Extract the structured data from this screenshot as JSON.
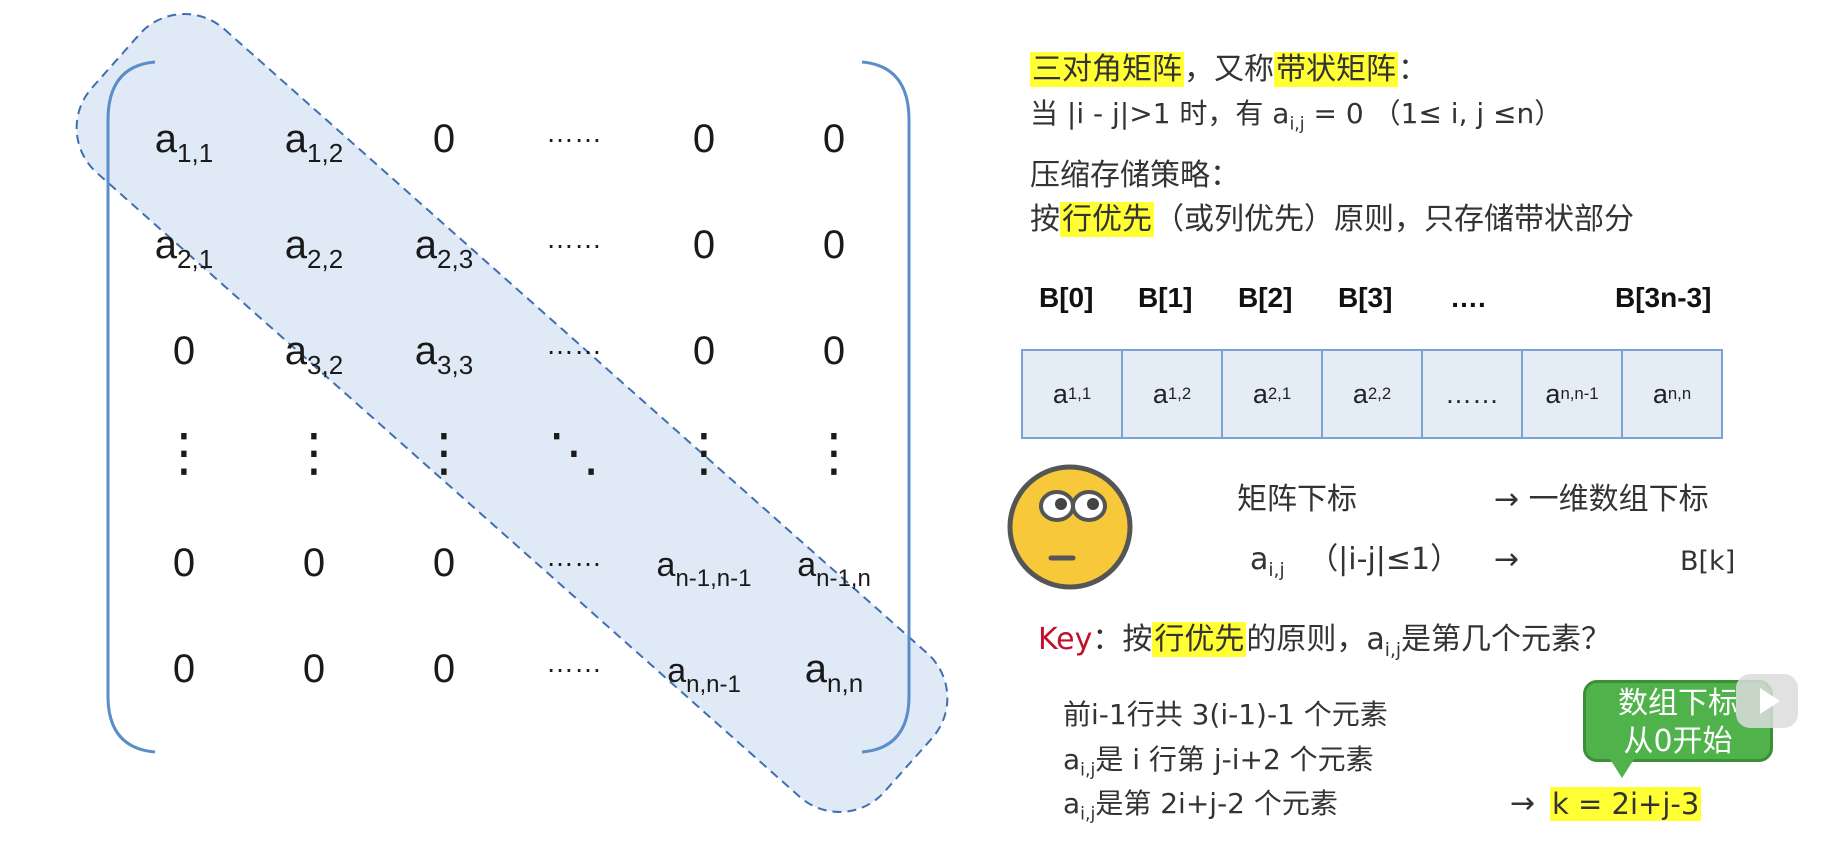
{
  "matrix": {
    "rows": [
      [
        {
          "t": "a",
          "s": "1,1"
        },
        {
          "t": "a",
          "s": "1,2"
        },
        {
          "t": "0",
          "s": ""
        },
        {
          "t": "……",
          "s": ""
        },
        {
          "t": "0",
          "s": ""
        },
        {
          "t": "0",
          "s": ""
        }
      ],
      [
        {
          "t": "a",
          "s": "2,1"
        },
        {
          "t": "a",
          "s": "2,2"
        },
        {
          "t": "a",
          "s": "2,3"
        },
        {
          "t": "……",
          "s": ""
        },
        {
          "t": "0",
          "s": ""
        },
        {
          "t": "0",
          "s": ""
        }
      ],
      [
        {
          "t": "0",
          "s": ""
        },
        {
          "t": "a",
          "s": "3,2"
        },
        {
          "t": "a",
          "s": "3,3"
        },
        {
          "t": "……",
          "s": ""
        },
        {
          "t": "0",
          "s": ""
        },
        {
          "t": "0",
          "s": ""
        }
      ],
      [
        {
          "t": "⋮",
          "s": ""
        },
        {
          "t": "⋮",
          "s": ""
        },
        {
          "t": "⋮",
          "s": ""
        },
        {
          "t": "⋱",
          "s": ""
        },
        {
          "t": "⋮",
          "s": ""
        },
        {
          "t": "⋮",
          "s": ""
        }
      ],
      [
        {
          "t": "0",
          "s": ""
        },
        {
          "t": "0",
          "s": ""
        },
        {
          "t": "0",
          "s": ""
        },
        {
          "t": "……",
          "s": ""
        },
        {
          "t": "a",
          "s": "n-1,n-1"
        },
        {
          "t": "a",
          "s": "n-1,n"
        }
      ],
      [
        {
          "t": "0",
          "s": ""
        },
        {
          "t": "0",
          "s": ""
        },
        {
          "t": "0",
          "s": ""
        },
        {
          "t": "……",
          "s": ""
        },
        {
          "t": "a",
          "s": "n,n-1"
        },
        {
          "t": "a",
          "s": "n,n"
        }
      ]
    ]
  },
  "text": {
    "title_hl1": "三对角矩阵",
    "title_mid": "，又称",
    "title_hl2": "带状矩阵",
    "title_end": "：",
    "cond_a": "当 |i - j|>1 时，有 a",
    "cond_sub": "i,j",
    "cond_b": " = 0 （1≤ i, j ≤n）",
    "strategy_label": "压缩存储策略：",
    "rule_a": "按",
    "rule_hl": "行优先",
    "rule_b": "（或列优先）原则，只存储带状部分",
    "map_left": "矩阵下标",
    "map_arrow1": "→ 一维数组下标",
    "map_a": "a",
    "map_sub": "i,j",
    "map_cond": "（|i-j|≤1）",
    "map_arrow2": "→",
    "map_bk": "B[k]",
    "key_label": "Key",
    "key_a": "：按",
    "key_hl": "行优先",
    "key_b": "的原则，a",
    "key_sub": "i,j",
    "key_c": "是第几个元素？",
    "step1": "前i-1行共 3(i-1)-1 个元素",
    "step2_a": "a",
    "step2_sub": "i,j",
    "step2_b": "是 i 行第 j-i+2 个元素",
    "step3_a": "a",
    "step3_sub": "i,j",
    "step3_b": "是第 2i+j-2 个元素",
    "final_arrow": "→",
    "final_k": "k = 2i+j-3",
    "bubble_line1": "数组下标",
    "bubble_line2": "从0开始"
  },
  "array": {
    "labels": [
      "B[0]",
      "B[1]",
      "B[2]",
      "B[3]",
      "….",
      "B[3n-3]"
    ],
    "cells": [
      {
        "t": "a",
        "s": "1,1"
      },
      {
        "t": "a",
        "s": "1,2"
      },
      {
        "t": "a",
        "s": "2,1"
      },
      {
        "t": "a",
        "s": "2,2"
      },
      {
        "t": "……",
        "s": ""
      },
      {
        "t": "a",
        "s": "n,n-1"
      },
      {
        "t": "a",
        "s": "n,n"
      }
    ]
  },
  "colors": {
    "highlight": "#ffff33",
    "band_fill": "#dbe6f4",
    "band_stroke": "#3f6fb0",
    "bracket": "#5b8ec7",
    "cell_fill": "#e4ecf6",
    "bubble": "#4fb24a",
    "key_red": "#c0102a"
  }
}
